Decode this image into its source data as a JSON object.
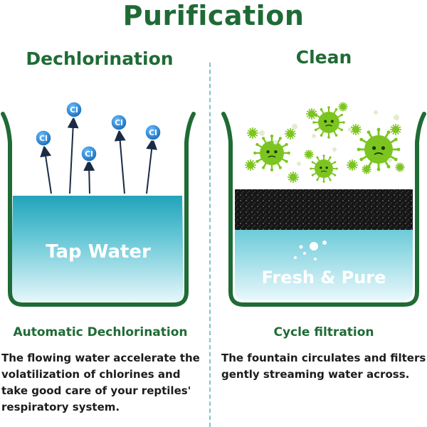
{
  "title": "Purification",
  "left": {
    "subtitle": "Dechlorination",
    "ion_label": "Cl",
    "water_label": "Tap Water",
    "heading": "Automatic  Dechlorination",
    "description": "The flowing water accelerate the volatilization of chlorines and take good care of your reptiles' respiratory system."
  },
  "right": {
    "subtitle": "Clean",
    "water_label": "Fresh & Pure",
    "heading": "Cycle filtration",
    "description": "The fountain circulates and filters gently streaming water across."
  },
  "colors": {
    "brand_green": "#1f6b35",
    "water_light": "#e3f5f8",
    "water_dark": "#22a3bb",
    "ion_blue": "#1e88d8",
    "germ_green": "#7cc520",
    "divider": "#7fc4cf"
  }
}
